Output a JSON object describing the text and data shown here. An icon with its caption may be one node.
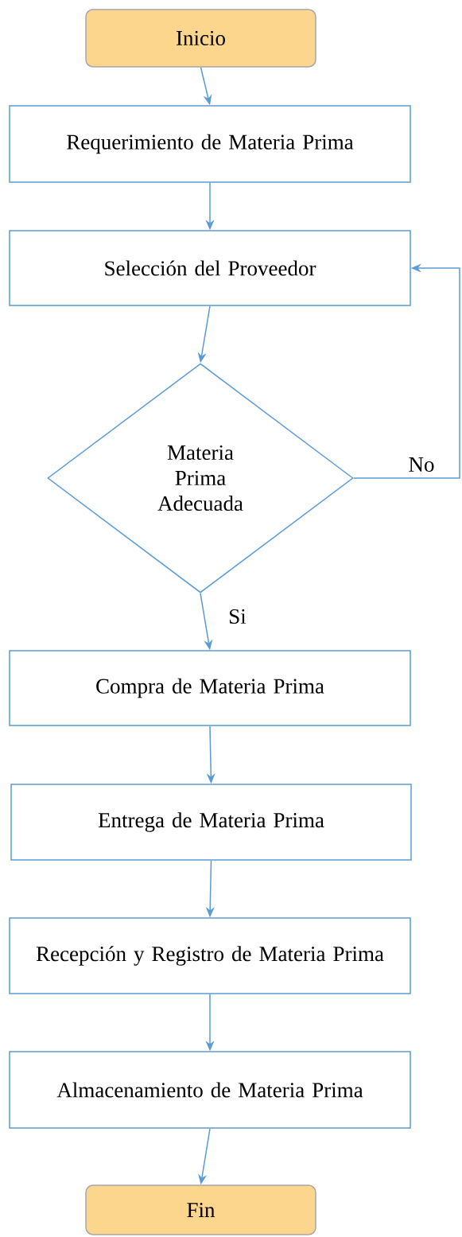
{
  "diagram": {
    "nodes": [
      {
        "text": [
          "Inicio"
        ]
      },
      {
        "text": [
          "Requerimiento de Materia Prima"
        ]
      },
      {
        "text": [
          "Selección del Proveedor"
        ]
      },
      {
        "text": [
          "Materia Prima Adecuada"
        ]
      },
      {
        "text": [
          "Compra de Materia Prima"
        ]
      },
      {
        "text": [
          "Entrega de Materia Prima"
        ]
      },
      {
        "text": [
          "Recepción y Registro de Materia Prima"
        ]
      },
      {
        "text": [
          "Almacenamiento de Materia Prima"
        ]
      },
      {
        "text": [
          "Fin"
        ]
      }
    ],
    "edges": [
      {
        "from": 0,
        "to": 1,
        "arrow": "to"
      },
      {
        "from": 1,
        "to": 2,
        "arrow": "to"
      },
      {
        "from": 2,
        "to": 3,
        "arrow": "to"
      },
      {
        "from": 3,
        "to": 4,
        "arrow": "to",
        "label": "Si"
      },
      {
        "from": 3,
        "to": 2,
        "arrow": "to",
        "label": "No"
      },
      {
        "from": 4,
        "to": 5,
        "arrow": "to"
      },
      {
        "from": 5,
        "to": 6,
        "arrow": "to"
      },
      {
        "from": 6,
        "to": 7,
        "arrow": "to"
      },
      {
        "from": 7,
        "to": 8,
        "arrow": "to"
      }
    ]
  }
}
